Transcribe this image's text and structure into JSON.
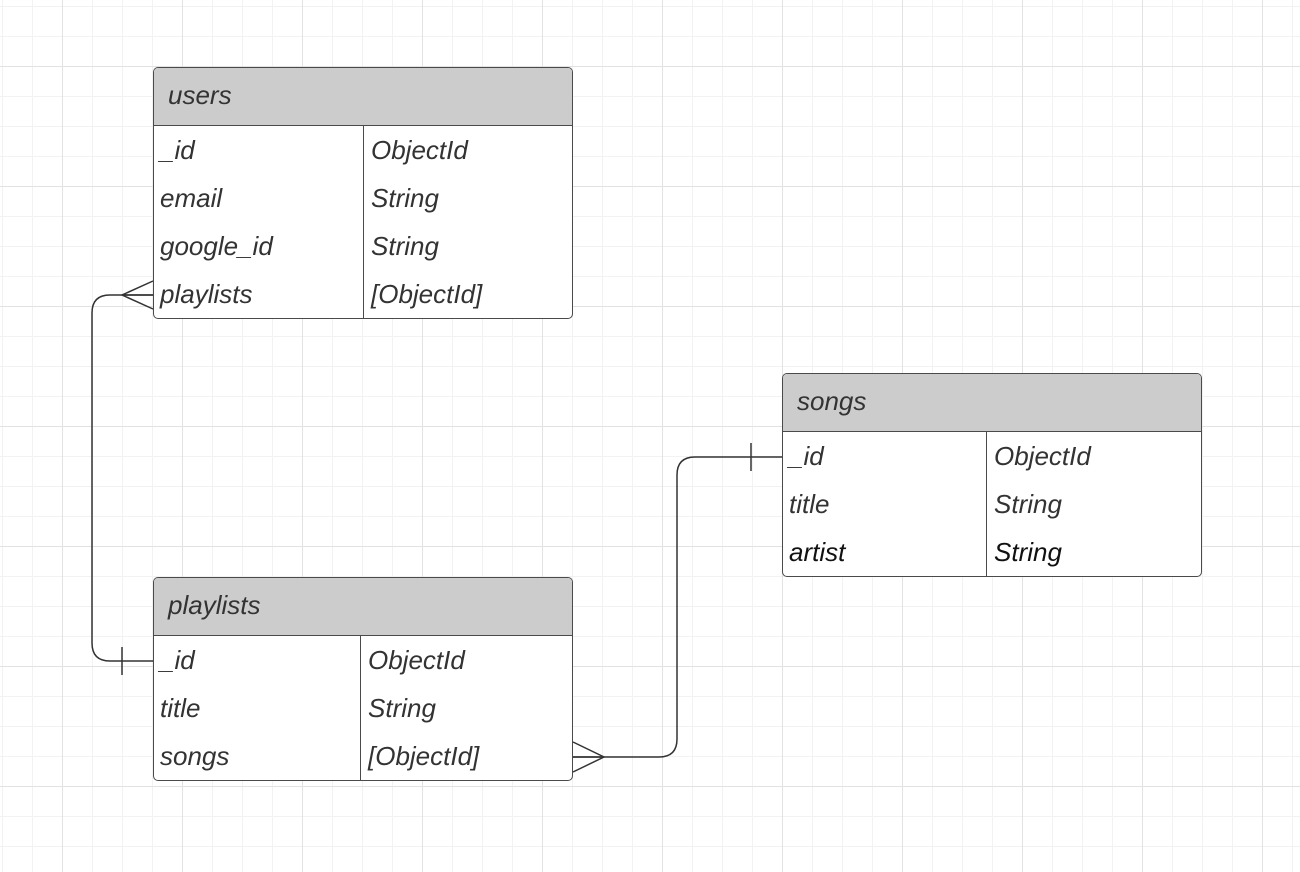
{
  "tables": [
    {
      "id": "users",
      "name": "users",
      "fields": [
        {
          "name": "_id",
          "type": "ObjectId"
        },
        {
          "name": "email",
          "type": "String"
        },
        {
          "name": "google_id",
          "type": "String"
        },
        {
          "name": "playlists",
          "type": "[ObjectId]"
        }
      ]
    },
    {
      "id": "songs",
      "name": "songs",
      "fields": [
        {
          "name": "_id",
          "type": "ObjectId"
        },
        {
          "name": "title",
          "type": "String"
        },
        {
          "name": "artist",
          "type": "String"
        }
      ]
    },
    {
      "id": "playlists",
      "name": "playlists",
      "fields": [
        {
          "name": "_id",
          "type": "ObjectId"
        },
        {
          "name": "title",
          "type": "String"
        },
        {
          "name": "songs",
          "type": "[ObjectId]"
        }
      ]
    }
  ],
  "relationships": [
    {
      "from": "users.playlists",
      "to": "playlists._id",
      "from_end": "many",
      "to_end": "one"
    },
    {
      "from": "playlists.songs",
      "to": "songs._id",
      "from_end": "many",
      "to_end": "one"
    }
  ],
  "colors": {
    "header_fill": "#cccccc",
    "border": "#4a4a4a",
    "text": "#333333",
    "connector": "#333333"
  }
}
